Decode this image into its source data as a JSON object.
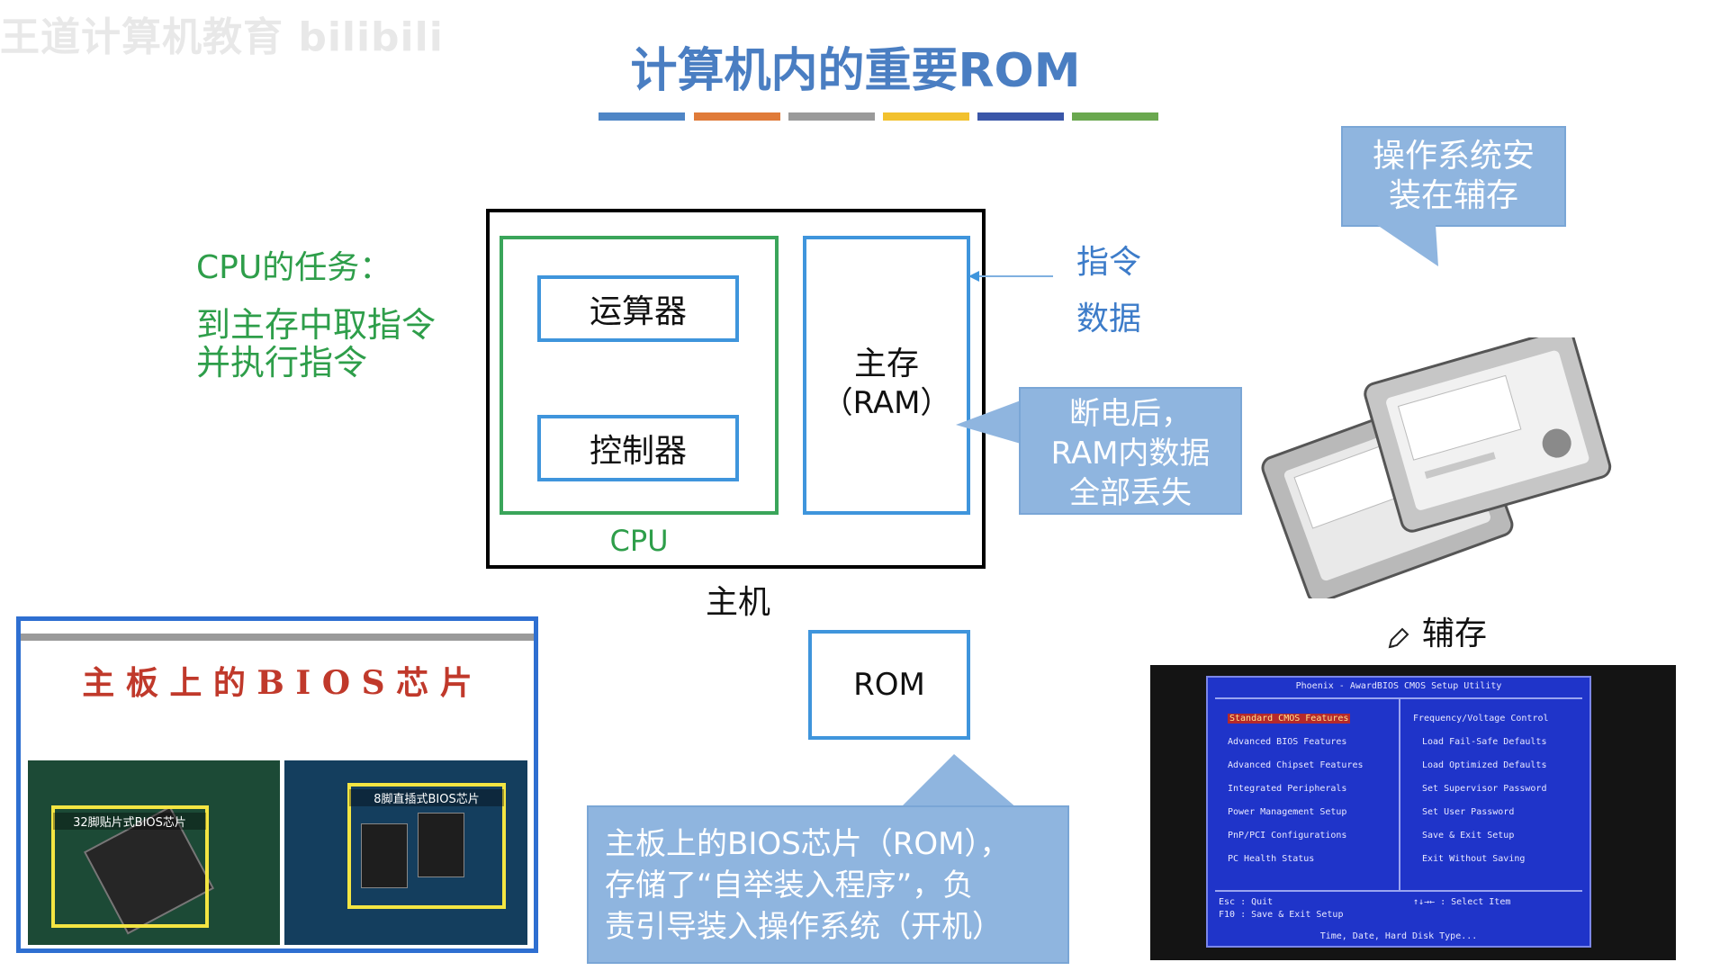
{
  "watermark": "王道计算机教育 bilibili",
  "title": "计算机内的重要ROM",
  "colors": {
    "title": "#4a7ec2",
    "green": "#2e9e4a",
    "blue_text": "#3d7cc9",
    "box_blue": "#3f95dc",
    "callout_bg": "#8fb5df",
    "bars": [
      "#4f86c6",
      "#e07b39",
      "#9a9a9a",
      "#f2c12e",
      "#3a56a8",
      "#6aa84f"
    ]
  },
  "cpu_task": {
    "heading": "CPU的任务：",
    "line1": "到主存中取指令",
    "line2": "并执行指令"
  },
  "diagram": {
    "alu": "运算器",
    "controller": "控制器",
    "cpu_label": "CPU",
    "memory_line1": "主存",
    "memory_line2": "（RAM）",
    "host_label": "主机",
    "input_instr": "指令",
    "input_data": "数据",
    "rom": "ROM"
  },
  "callouts": {
    "ram": [
      "断电后，",
      "RAM内数据",
      "全部丢失"
    ],
    "os": [
      "操作系统安",
      "装在辅存"
    ],
    "bios": [
      "主板上的BIOS芯片（ROM），",
      "存储了“自举装入程序”，负",
      "责引导装入操作系统（开机）"
    ]
  },
  "storage_label": "辅存",
  "bios_panel": {
    "title": "主 板 上 的 B I O S 芯 片",
    "chip1": "32脚贴片式BIOS芯片",
    "chip2": "8脚直插式BIOS芯片"
  },
  "bios_screen": {
    "header": "Phoenix - AwardBIOS CMOS Setup Utility",
    "left_items": [
      "Standard CMOS Features",
      "Advanced BIOS Features",
      "Advanced Chipset Features",
      "Integrated Peripherals",
      "Power Management Setup",
      "PnP/PCI Configurations",
      "PC Health Status"
    ],
    "right_items": [
      "Frequency/Voltage Control",
      "Load Fail-Safe Defaults",
      "Load Optimized Defaults",
      "Set Supervisor Password",
      "Set User Password",
      "Save & Exit Setup",
      "Exit Without Saving"
    ],
    "footer_left1": "Esc : Quit",
    "footer_left2": "F10 : Save & Exit Setup",
    "footer_right": "↑↓→← : Select Item",
    "bottom": "Time, Date, Hard Disk Type..."
  }
}
